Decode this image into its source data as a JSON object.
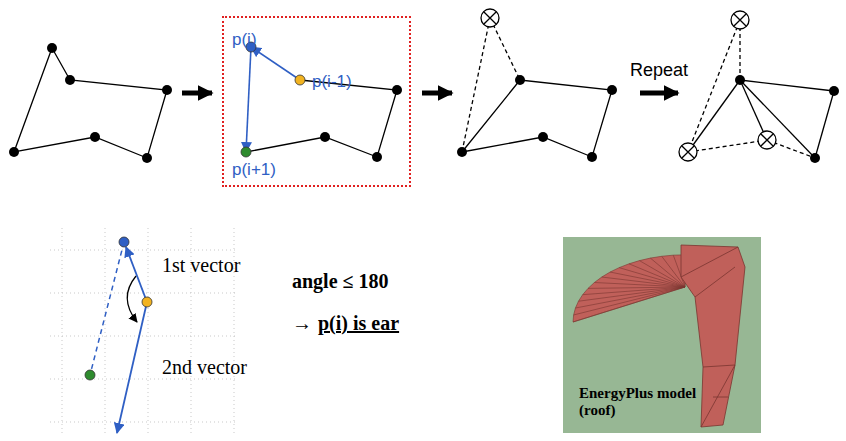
{
  "diagram": {
    "nodes": [
      {
        "text": [
          "p(i)",
          "p(i-1)",
          "p(i+1)"
        ]
      },
      {
        "text": [
          "EnergyPlus model (roof)"
        ]
      }
    ],
    "labels": [
      "Repeat",
      "1st vector",
      "2nd vector",
      "angle ≤ 180",
      "→",
      "p(i) is ear"
    ]
  }
}
